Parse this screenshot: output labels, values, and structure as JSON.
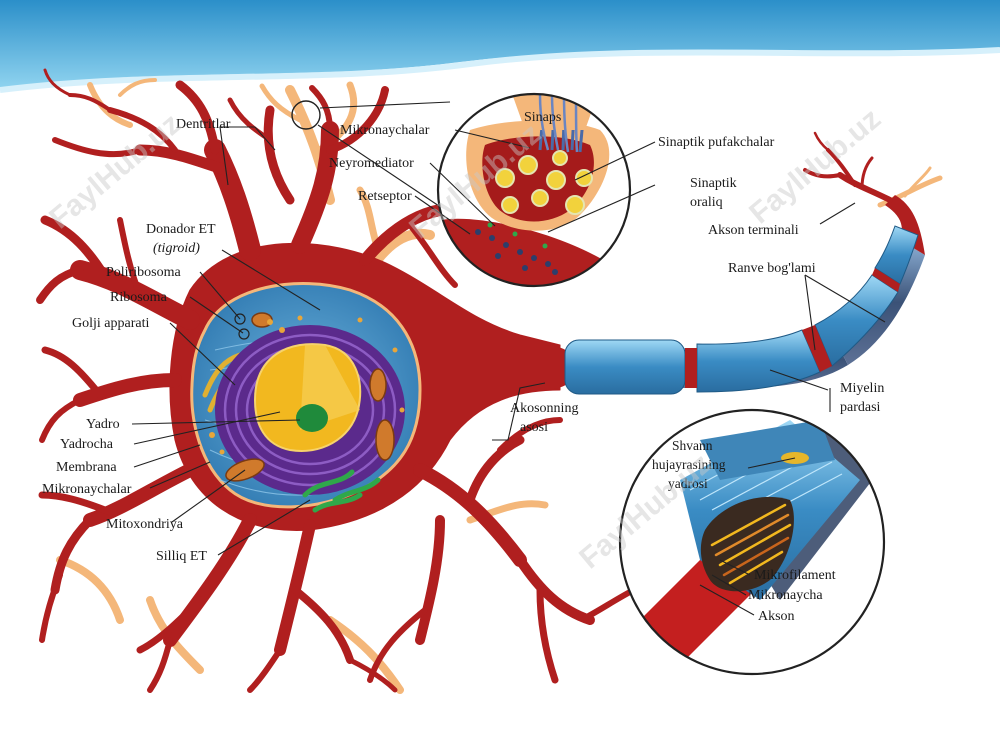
{
  "labels": {
    "dentritlar": "Dentritlar",
    "donador_et": "Donador ET",
    "tigroid": "(tigroid)",
    "poliribosoma": "Poliribosoma",
    "ribosoma": "Ribosoma",
    "golji": "Golji apparati",
    "yadro": "Yadro",
    "yadrocha": "Yadrocha",
    "membrana": "Membrana",
    "mikronaychalar_left": "Mikronaychalar",
    "mitoxondriya": "Mitoxondriya",
    "silliq_et": "Silliq ET",
    "akson_asosi_1": "Akosonning",
    "akson_asosi_2": "asosi",
    "sinaps": "Sinaps",
    "mikronaychalar_top": "Mikronaychalar",
    "neyromediator": "Neyromediator",
    "retseptor": "Retseptor",
    "sinaptik_pufakchalar": "Sinaptik pufakchalar",
    "sinaptik_oraliq_1": "Sinaptik",
    "sinaptik_oraliq_2": "oraliq",
    "akson_terminali": "Akson terminali",
    "ranve": "Ranve bog'lami",
    "miyelin_1": "Miyelin",
    "miyelin_2": "pardasi",
    "shvann_1": "Shvann",
    "shvann_2": "hujayrasining",
    "shvann_3": "yadrosi",
    "mikrofilament": "Mikrofilament",
    "mikronaycha": "Mikronaycha",
    "akson": "Akson"
  },
  "watermark": "FaylHub.uz",
  "colors": {
    "neuron_red": "#b01f1f",
    "dendrite_tan": "#f4b77a",
    "cytoplasm_blue": "#4a93c8",
    "nucleus_purple": "#5b2a8c",
    "nucleus_yellow": "#f2b81f",
    "myelin_blue": "#3f86b8",
    "axon_grey": "#4d5d7a"
  }
}
